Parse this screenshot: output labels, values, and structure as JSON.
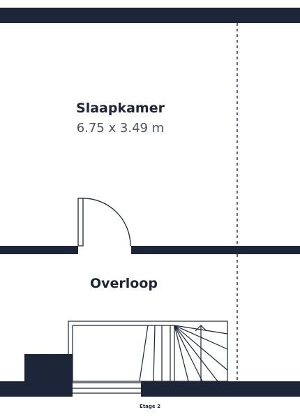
{
  "floor": {
    "label": "Etage 2"
  },
  "rooms": [
    {
      "name": "Slaapkamer",
      "dimensions": "6.75 x 3.49 m"
    },
    {
      "name": "Overloop"
    }
  ],
  "colors": {
    "wall": "#1c2638",
    "line": "#1c2638",
    "dims_text": "#4a5160",
    "background": "#ffffff"
  }
}
